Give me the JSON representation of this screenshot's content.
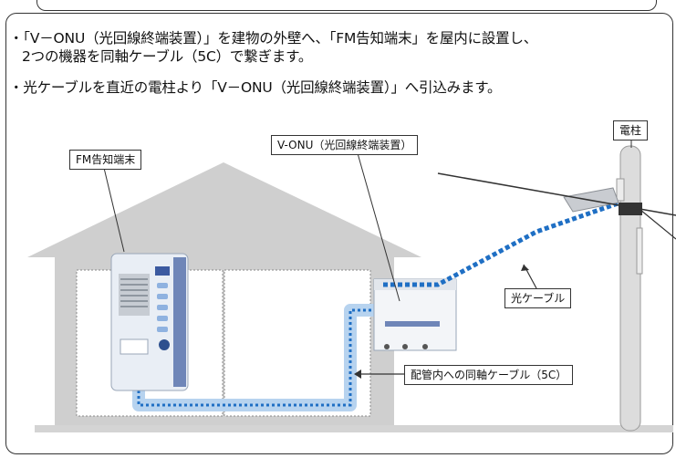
{
  "bullets": {
    "b1_line1": "・「V－ONU（光回線終端装置）」を建物の外壁へ、「FM告知端末」を屋内に設置し、",
    "b1_line2": "2つの機器を同軸ケーブル（5C）で繋ぎます。",
    "b2": "・光ケーブルを直近の電柱より「V－ONU（光回線終端装置）」へ引込みます。"
  },
  "labels": {
    "fm_terminal": "FM告知端末",
    "v_onu": "V-ONU（光回線終端装置）",
    "pole": "電柱",
    "fiber_cable": "光ケーブル",
    "coax_cable": "配管内への同軸ケーブル（5C）"
  },
  "colors": {
    "house_fill": "#cfcfcf",
    "house_wall": "#ffffff",
    "fiber": "#1f6fc4",
    "conduit": "#b7d3ef",
    "pole": "#d8d8d8"
  }
}
